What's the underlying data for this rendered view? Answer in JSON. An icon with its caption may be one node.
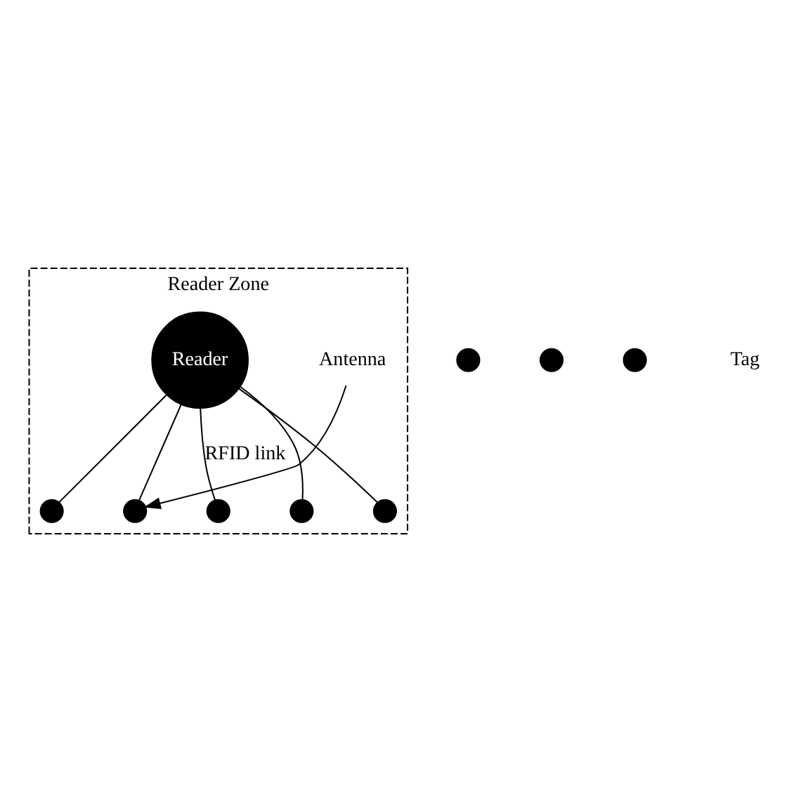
{
  "diagram": {
    "nodes": [
      {
        "text": [
          "Reader Zone"
        ]
      },
      {
        "text": [
          "Antenna"
        ],
        "in": 0
      },
      {
        "text": [
          "Reader"
        ],
        "in": 0
      },
      {
        "text": [],
        "shape": "circle"
      },
      {
        "text": [],
        "shape": "circle"
      },
      {
        "text": [],
        "shape": "circle",
        "in": 0
      },
      {
        "text": [],
        "shape": "circle",
        "in": 0
      },
      {
        "text": [],
        "shape": "circle",
        "in": 0
      },
      {
        "text": [],
        "shape": "circle",
        "in": 0
      },
      {
        "text": [],
        "shape": "circle",
        "in": 0
      },
      {
        "text": [],
        "shape": "circle"
      }
    ],
    "edges": [
      {
        "from": 1,
        "to": 6,
        "arrow": "to"
      },
      {
        "from": 2,
        "to": 5,
        "arrow": "none"
      },
      {
        "from": 2,
        "to": 6,
        "arrow": "none"
      },
      {
        "from": 2,
        "to": 7,
        "arrow": "none",
        "label": "RFID link"
      },
      {
        "from": 2,
        "to": 8,
        "arrow": "none"
      },
      {
        "from": 2,
        "to": 9,
        "arrow": "none"
      }
    ],
    "labels": [
      "Tag"
    ]
  }
}
